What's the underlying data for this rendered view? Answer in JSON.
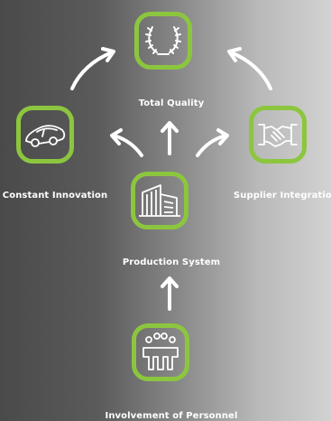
{
  "nodes": {
    "total_quality": {
      "label": "Total Quality",
      "icon": "laurel-wreath-icon"
    },
    "constant_innovation": {
      "label": "Constant Innovation",
      "icon": "car-icon"
    },
    "supplier_integration": {
      "label": "Supplier Integration",
      "icon": "handshake-icon"
    },
    "production_system": {
      "label": "Production System",
      "icon": "factory-building-icon"
    },
    "involvement_of_personnel": {
      "label": "Involvement of Personnel",
      "icon": "group-of-people-icon"
    }
  },
  "colors": {
    "accent": "#8cc63f",
    "text": "#ffffff"
  }
}
